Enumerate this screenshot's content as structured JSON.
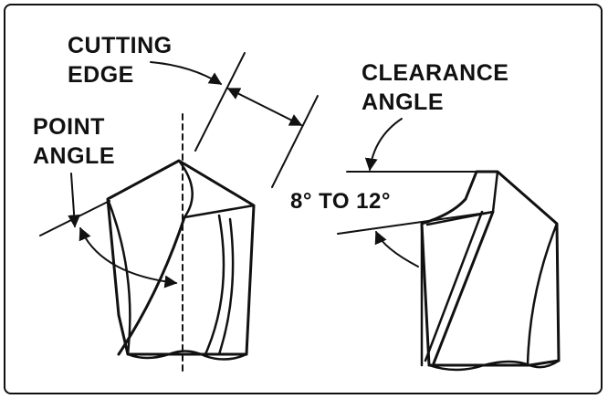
{
  "labels": {
    "cutting_edge_line1": "CUTTING",
    "cutting_edge_line2": "EDGE",
    "point_angle_line1": "POINT",
    "point_angle_line2": "ANGLE",
    "clearance_angle_line1": "CLEARANCE",
    "clearance_angle_line2": "ANGLE",
    "clearance_range": "8° TO 12°"
  },
  "colors": {
    "ink": "#111111",
    "paper": "#ffffff"
  }
}
